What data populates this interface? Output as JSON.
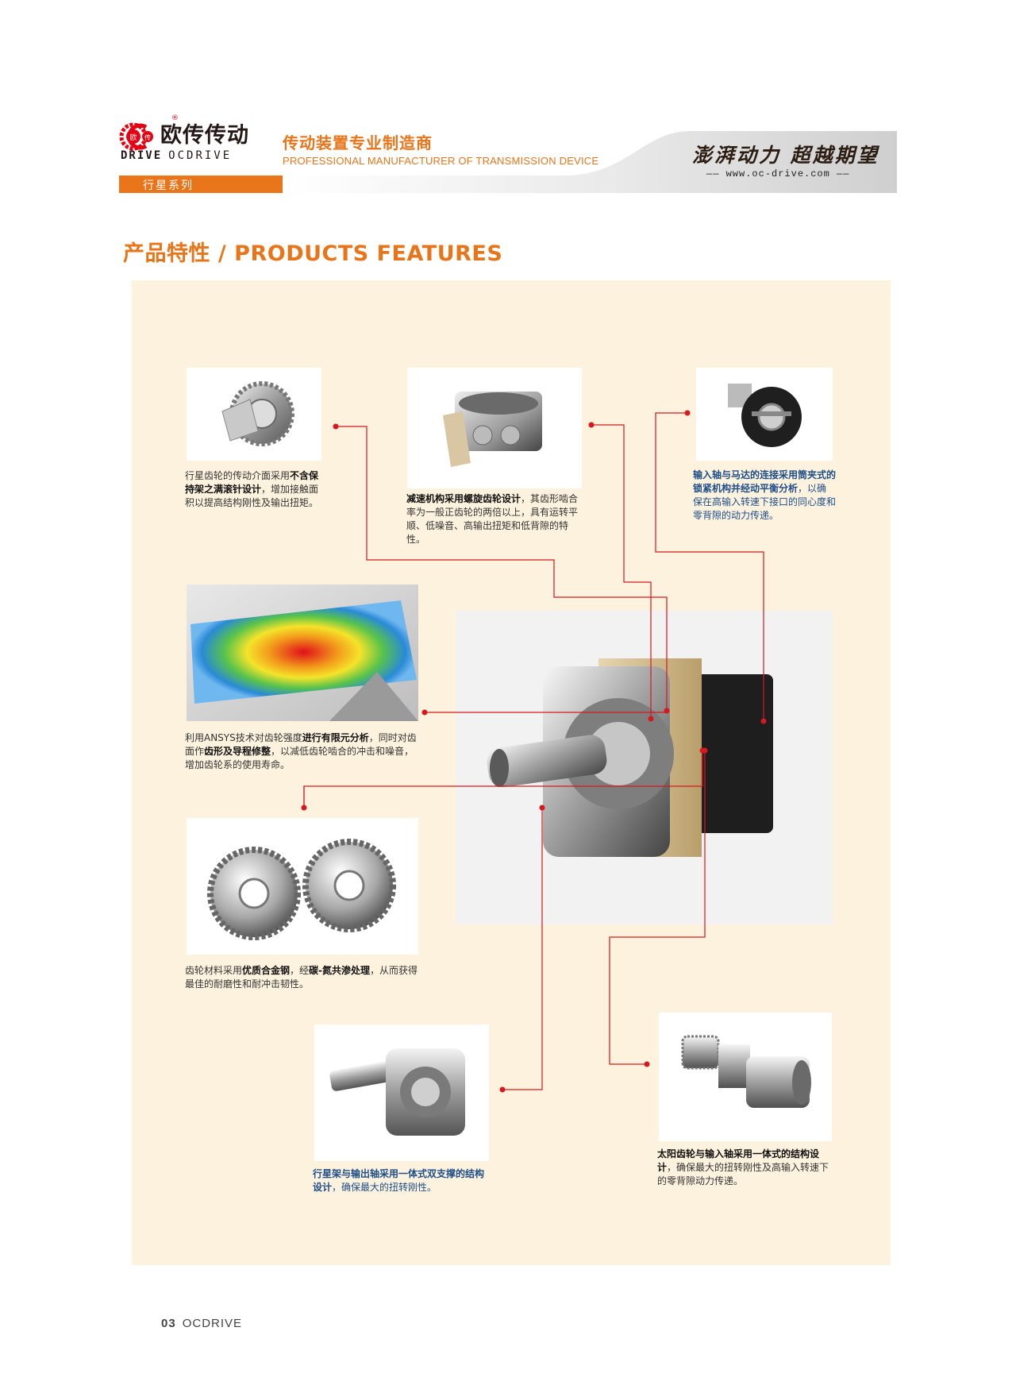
{
  "header": {
    "logo_cn": "欧传传动",
    "logo_registered": "®",
    "logo_en_1": "DRIVE",
    "logo_en_2": "OCDRIVE",
    "tagline_cn": "传动装置专业制造商",
    "tagline_en": "PROFESSIONAL MANUFACTURER OF TRANSMISSION DEVICE",
    "slogan": "澎湃动力 超越期望",
    "website": "www.oc-drive.com",
    "series_label": "行星系列"
  },
  "section_title": "产品特性 / PRODUCTS FEATURES",
  "features": [
    {
      "id": "full-needle-roller",
      "parts": [
        {
          "t": "行星齿轮的传动介面采用",
          "b": false
        },
        {
          "t": "不含保持架之满滚针设计",
          "b": true
        },
        {
          "t": "，增加接触面积以提高结构刚性及输出扭矩。",
          "b": false
        }
      ]
    },
    {
      "id": "helical-gear",
      "parts": [
        {
          "t": "减速机构采用螺旋齿轮设计",
          "b": true
        },
        {
          "t": "，其齿形啮合率为一般正齿轮的两倍以上，具有运转平顺、低噪音、高输出扭矩和低背隙的特性。",
          "b": false
        }
      ]
    },
    {
      "id": "clamp-coupling",
      "parts": [
        {
          "t": "输入轴与马达的连接采用筒夹式的锁紧机构并经动平衡分析",
          "b": true
        },
        {
          "t": "，以确保在高输入转速下接口的同心度和零背隙的动力传递。",
          "b": false
        }
      ]
    },
    {
      "id": "ansys-analysis",
      "parts": [
        {
          "t": "利用ANSYS技术对齿轮强度",
          "b": false
        },
        {
          "t": "进行有限元分析",
          "b": true
        },
        {
          "t": "，同时对齿面作",
          "b": false
        },
        {
          "t": "齿形及导程修整",
          "b": true
        },
        {
          "t": "，以减低齿轮啮合的冲击和噪音，增加齿轮系的使用寿命。",
          "b": false
        }
      ]
    },
    {
      "id": "alloy-steel",
      "parts": [
        {
          "t": "齿轮材料采用",
          "b": false
        },
        {
          "t": "优质合金钢",
          "b": true
        },
        {
          "t": "，经",
          "b": false
        },
        {
          "t": "碳-氮共渗处理",
          "b": true
        },
        {
          "t": "，从而获得最佳的耐磨性和耐冲击韧性。",
          "b": false
        }
      ]
    },
    {
      "id": "carrier-output-shaft",
      "parts": [
        {
          "t": "行星架与输出轴采用一体式双支撑的结构设计",
          "b": true
        },
        {
          "t": "，确保最大的扭转刚性。",
          "b": false
        }
      ]
    },
    {
      "id": "sun-gear-input",
      "parts": [
        {
          "t": "太阳齿轮与输入轴采用一体式的结构设计",
          "b": true
        },
        {
          "t": "，确保最大的扭转刚性及高输入转速下的零背隙动力传递。",
          "b": false
        }
      ]
    }
  ],
  "footer": {
    "page_number": "03",
    "brand": "OCDRIVE"
  },
  "colors": {
    "accent_orange": "#e8751a",
    "panel_bg": "#fdf2dd",
    "leader_red": "#d7181f",
    "caption_blue": "#1d4e89"
  }
}
